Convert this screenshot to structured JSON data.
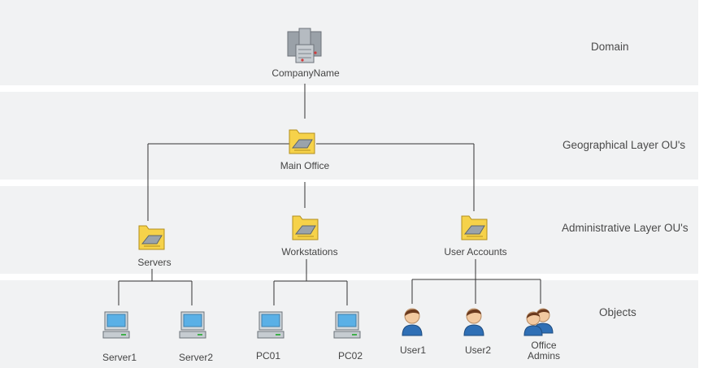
{
  "layers": {
    "domain": "Domain",
    "geographical": "Geographical Layer OU's",
    "administrative": "Administrative Layer OU's",
    "objects": "Objects"
  },
  "nodes": {
    "company": "CompanyName",
    "main_office": "Main Office",
    "servers": "Servers",
    "workstations": "Workstations",
    "user_accounts": "User Accounts",
    "server1": "Server1",
    "server2": "Server2",
    "pc01": "PC01",
    "pc02": "PC02",
    "user1": "User1",
    "user2": "User2",
    "office_admins_line1": "Office",
    "office_admins_line2": "Admins"
  },
  "icons": {
    "domain": "server-cluster-icon",
    "ou": "ou-folder-icon",
    "computer": "computer-icon",
    "user": "user-icon",
    "group": "user-group-icon"
  },
  "colors": {
    "band": "#f1f2f3",
    "folder": "#f6d24a",
    "screen": "#5ab0e6",
    "connector": "#333333"
  }
}
